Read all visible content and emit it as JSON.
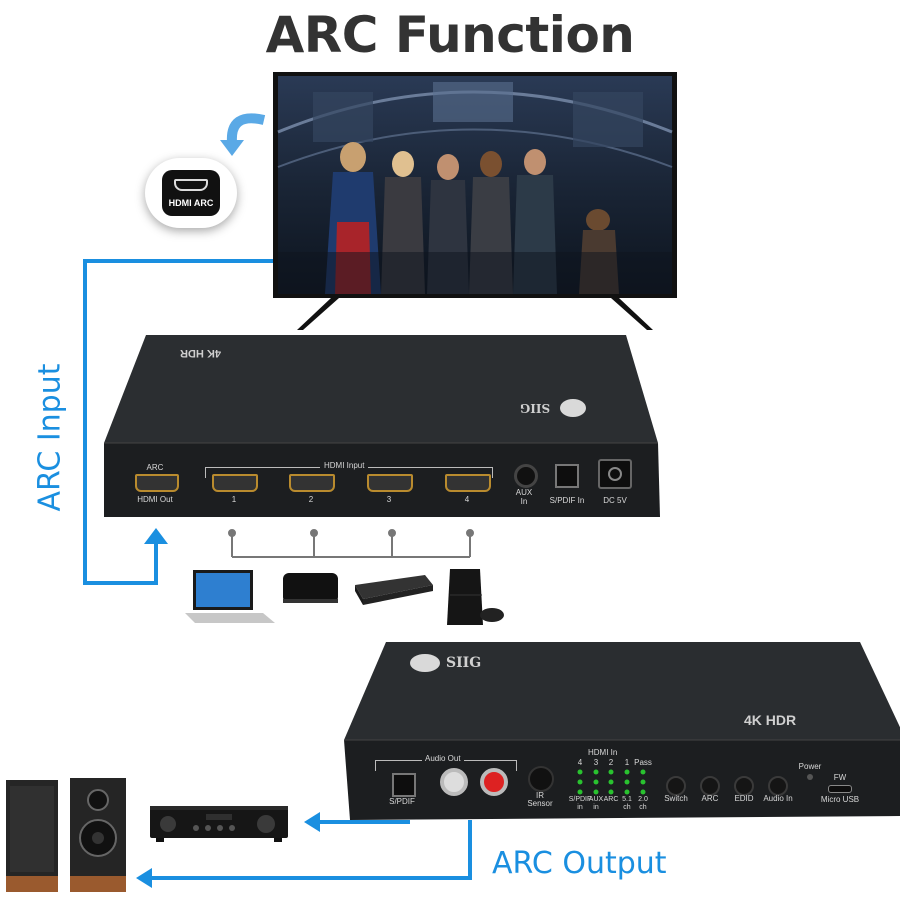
{
  "title": "ARC Function",
  "arc_input_label": "ARC Input",
  "arc_output_label": "ARC Output",
  "hdmi_arc_badge": "HDMI ARC",
  "colors": {
    "accent_blue": "#1a8fe0",
    "title_gray": "#333333",
    "device_body": "#1f2225"
  },
  "top_device": {
    "badge": "4K HDR",
    "brand": "SIIG",
    "ports": {
      "arc": "ARC",
      "hdmi_out": "HDMI Out",
      "hdmi_input": "HDMI Input",
      "in1": "1",
      "in2": "2",
      "in3": "3",
      "in4": "4",
      "aux": "AUX",
      "aux_in": "In",
      "spdif_in": "S/PDIF In",
      "dc": "DC 5V"
    }
  },
  "bottom_device": {
    "brand": "SIIG",
    "badge": "4K HDR",
    "audio_out": "Audio Out",
    "spdif": "S/PDIF",
    "ir": "IR",
    "sensor": "Sensor",
    "hdmi_in": "HDMI In",
    "led_top": [
      "4",
      "3",
      "2",
      "1",
      "Pass"
    ],
    "led_bottom": [
      "S/PDIF",
      "AUX",
      "ARC",
      "5.1",
      "2.0"
    ],
    "led_bottom2": [
      "in",
      "in",
      "",
      "ch",
      "ch"
    ],
    "buttons": [
      "Switch",
      "ARC",
      "EDID",
      "Audio In"
    ],
    "power": "Power",
    "fw": "FW",
    "micro_usb": "Micro USB"
  }
}
